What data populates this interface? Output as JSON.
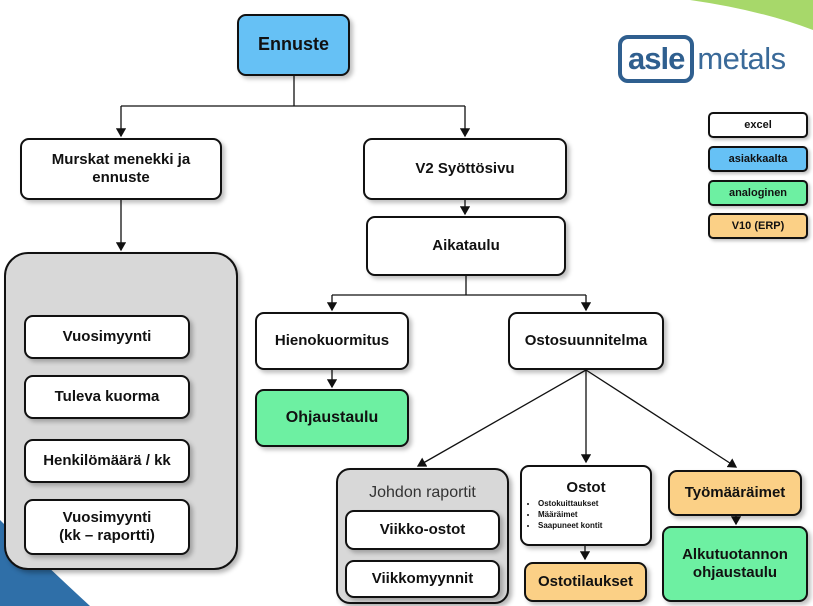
{
  "nodes": {
    "ennuste": "Ennuste",
    "murskat": "Murskat menekki ja ennuste",
    "v2": "V2 Syöttösivu",
    "aikataulu": "Aikataulu",
    "hienokuormitus": "Hienokuormitus",
    "ostosuunnitelma": "Ostosuunnitelma",
    "ohjaustaulu": "Ohjaustaulu",
    "vuosimyynti": "Vuosimyynti",
    "tuleva_kuorma": "Tuleva kuorma",
    "henkilomaara": "Henkilömäärä / kk",
    "vuosimyynti_raportti_1": "Vuosimyynti",
    "vuosimyynti_raportti_2": "(kk – raportti)",
    "johdon_raportit": "Johdon raportit",
    "viikko_ostot": "Viikko-ostot",
    "viikkomyynnit": "Viikkomyynnit",
    "ostot_title": "Ostot",
    "ostot_items": [
      "Ostokuittaukset",
      "Määräimet",
      "Saapuneet kontit"
    ],
    "ostotilaukset": "Ostotilaukset",
    "tyomaaraimet": "Työmääräimet",
    "alkutuotanto": "Alkutuotannon ohjaustaulu"
  },
  "legend": [
    {
      "label": "excel",
      "color": "#ffffff"
    },
    {
      "label": "asiakkaalta",
      "color": "#66c1f5"
    },
    {
      "label": "analoginen",
      "color": "#6df0a2"
    },
    {
      "label": "V10 (ERP)",
      "color": "#fbd086"
    }
  ],
  "logo": {
    "mark": "asle",
    "text": "metals"
  }
}
